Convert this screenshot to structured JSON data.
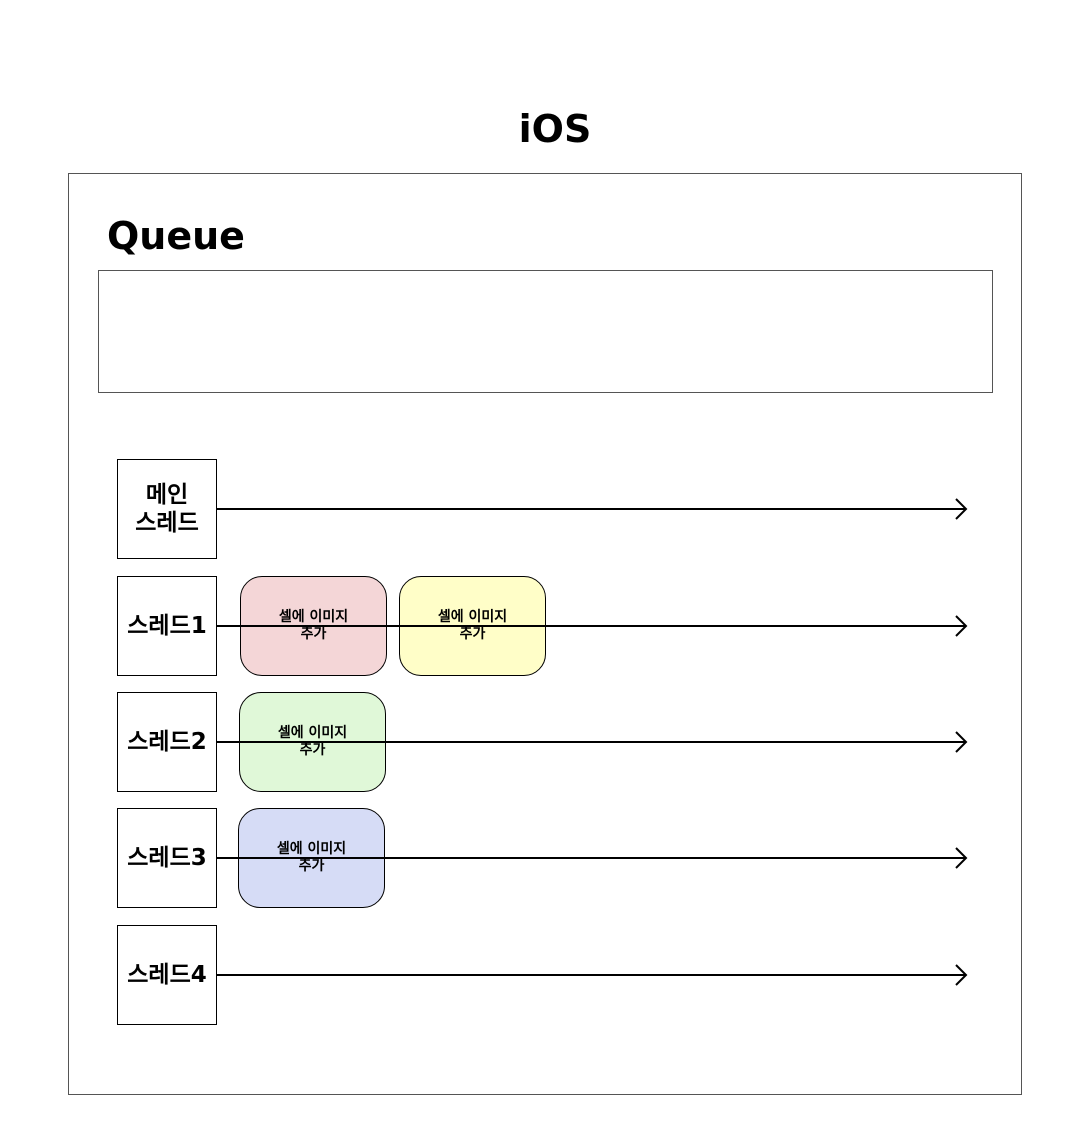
{
  "title": "iOS",
  "queue": {
    "label": "Queue"
  },
  "threads": [
    {
      "label": "메인\n스레드",
      "tasks": []
    },
    {
      "label": "스레드1",
      "tasks": [
        {
          "text": "셀에 이미지\n추가",
          "color": "#f4d6d7"
        },
        {
          "text": "셀에 이미지\n추가",
          "color": "#fffec8"
        }
      ]
    },
    {
      "label": "스레드2",
      "tasks": [
        {
          "text": "셀에 이미지\n추가",
          "color": "#e0f8d8"
        }
      ]
    },
    {
      "label": "스레드3",
      "tasks": [
        {
          "text": "셀에 이미지\n추가",
          "color": "#d6dcf6"
        }
      ]
    },
    {
      "label": "스레드4",
      "tasks": []
    }
  ]
}
